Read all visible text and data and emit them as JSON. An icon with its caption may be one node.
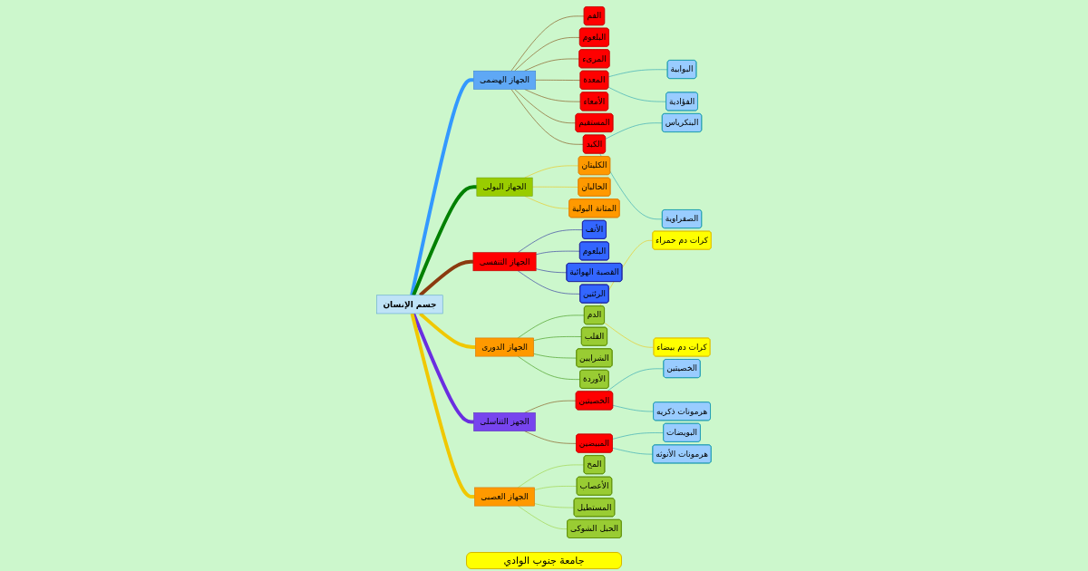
{
  "diagram": {
    "nodes": [
      {
        "text": [
          "جسم الإنسان"
        ]
      },
      {
        "text": [
          "الجهاز الهضمى"
        ]
      },
      {
        "text": [
          "الفم"
        ]
      },
      {
        "text": [
          "البلعوم"
        ]
      },
      {
        "text": [
          "المرىء"
        ]
      },
      {
        "text": [
          "المعدة"
        ]
      },
      {
        "text": [
          "البوابية"
        ]
      },
      {
        "text": [
          "الفؤادية"
        ]
      },
      {
        "text": [
          "الأمعاء"
        ]
      },
      {
        "text": [
          "المستقيم"
        ]
      },
      {
        "text": [
          "الكبد"
        ]
      },
      {
        "text": [
          "البنكرياس"
        ]
      },
      {
        "text": [
          "الصفراوية"
        ]
      },
      {
        "text": [
          "الجهاز البولى"
        ]
      },
      {
        "text": [
          "الكليتان"
        ]
      },
      {
        "text": [
          "الحالبان"
        ]
      },
      {
        "text": [
          "المثانة البولية"
        ]
      },
      {
        "text": [
          "الجهاز التنفسى"
        ]
      },
      {
        "text": [
          "الأنف"
        ]
      },
      {
        "text": [
          "البلعوم"
        ]
      },
      {
        "text": [
          "القصبة الهوائية"
        ]
      },
      {
        "text": [
          "الرئتين"
        ]
      },
      {
        "text": [
          "الجهاز الدورى"
        ]
      },
      {
        "text": [
          "الدم"
        ]
      },
      {
        "text": [
          "كرات دم حمراء"
        ]
      },
      {
        "text": [
          "كرات دم بيضاء"
        ]
      },
      {
        "text": [
          "القلب"
        ]
      },
      {
        "text": [
          "الشرايين"
        ]
      },
      {
        "text": [
          "الأوردة"
        ]
      },
      {
        "text": [
          "الجهز التناسلى"
        ]
      },
      {
        "text": [
          "الخصيتين"
        ]
      },
      {
        "text": [
          "الخصيتين"
        ]
      },
      {
        "text": [
          "هرمونات ذكريه"
        ]
      },
      {
        "text": [
          "المبيضين"
        ]
      },
      {
        "text": [
          "البويضات"
        ]
      },
      {
        "text": [
          "هرمونات الأنوثه"
        ]
      },
      {
        "text": [
          "الجهاز العصبى"
        ]
      },
      {
        "text": [
          "المخ"
        ]
      },
      {
        "text": [
          "الأعصاب"
        ]
      },
      {
        "text": [
          "المستطيل"
        ]
      },
      {
        "text": [
          "الحبل الشوكى"
        ]
      }
    ],
    "edges": [
      {
        "from": 0,
        "to": 1,
        "arrow": "none",
        "style": "thick",
        "color": "#3399ff"
      },
      {
        "from": 1,
        "to": 2,
        "arrow": "none",
        "color": "#7a3b00"
      },
      {
        "from": 1,
        "to": 3,
        "arrow": "none",
        "color": "#7a3b00"
      },
      {
        "from": 1,
        "to": 4,
        "arrow": "none",
        "color": "#7a3b00"
      },
      {
        "from": 1,
        "to": 5,
        "arrow": "none",
        "color": "#7a3b00"
      },
      {
        "from": 5,
        "to": 6,
        "arrow": "none",
        "color": "#1a9bb0"
      },
      {
        "from": 5,
        "to": 7,
        "arrow": "none",
        "color": "#1a9bb0"
      },
      {
        "from": 1,
        "to": 8,
        "arrow": "none",
        "color": "#7a3b00"
      },
      {
        "from": 1,
        "to": 9,
        "arrow": "none",
        "color": "#7a3b00"
      },
      {
        "from": 1,
        "to": 10,
        "arrow": "none",
        "color": "#7a3b00"
      },
      {
        "from": 10,
        "to": 11,
        "arrow": "none",
        "color": "#1a9bb0"
      },
      {
        "from": 10,
        "to": 12,
        "arrow": "none",
        "color": "#1a9bb0"
      },
      {
        "from": 0,
        "to": 13,
        "arrow": "none",
        "style": "thick",
        "color": "#008000"
      },
      {
        "from": 13,
        "to": 14,
        "arrow": "none",
        "color": "#f0c000"
      },
      {
        "from": 13,
        "to": 15,
        "arrow": "none",
        "color": "#f0c000"
      },
      {
        "from": 13,
        "to": 16,
        "arrow": "none",
        "color": "#f0c000"
      },
      {
        "from": 0,
        "to": 17,
        "arrow": "none",
        "style": "thick",
        "color": "#8b3a0f"
      },
      {
        "from": 17,
        "to": 18,
        "arrow": "none",
        "color": "#1a1a99"
      },
      {
        "from": 17,
        "to": 19,
        "arrow": "none",
        "color": "#1a1a99"
      },
      {
        "from": 17,
        "to": 20,
        "arrow": "none",
        "color": "#1a1a99"
      },
      {
        "from": 17,
        "to": 21,
        "arrow": "none",
        "color": "#1a1a99"
      },
      {
        "from": 0,
        "to": 22,
        "arrow": "none",
        "style": "thick",
        "color": "#f0c800"
      },
      {
        "from": 22,
        "to": 23,
        "arrow": "none",
        "color": "#2e8b00"
      },
      {
        "from": 23,
        "to": 24,
        "arrow": "none",
        "color": "#f0c000"
      },
      {
        "from": 23,
        "to": 25,
        "arrow": "none",
        "color": "#f0c000"
      },
      {
        "from": 22,
        "to": 26,
        "arrow": "none",
        "color": "#2e8b00"
      },
      {
        "from": 22,
        "to": 27,
        "arrow": "none",
        "color": "#2e8b00"
      },
      {
        "from": 22,
        "to": 28,
        "arrow": "none",
        "color": "#2e8b00"
      },
      {
        "from": 0,
        "to": 29,
        "arrow": "none",
        "style": "thick",
        "color": "#6a2ee0"
      },
      {
        "from": 29,
        "to": 30,
        "arrow": "none",
        "color": "#7a3b00"
      },
      {
        "from": 30,
        "to": 31,
        "arrow": "none",
        "color": "#1a9bb0"
      },
      {
        "from": 30,
        "to": 32,
        "arrow": "none",
        "color": "#1a9bb0"
      },
      {
        "from": 29,
        "to": 33,
        "arrow": "none",
        "color": "#7a3b00"
      },
      {
        "from": 33,
        "to": 34,
        "arrow": "none",
        "color": "#1a9bb0"
      },
      {
        "from": 33,
        "to": 35,
        "arrow": "none",
        "color": "#1a9bb0"
      },
      {
        "from": 0,
        "to": 36,
        "arrow": "none",
        "style": "thick",
        "color": "#f0c800"
      },
      {
        "from": 36,
        "to": 37,
        "arrow": "none",
        "color": "#99cc33"
      },
      {
        "from": 36,
        "to": 38,
        "arrow": "none",
        "color": "#99cc33"
      },
      {
        "from": 36,
        "to": 39,
        "arrow": "none",
        "color": "#99cc33"
      },
      {
        "from": 36,
        "to": 40,
        "arrow": "none",
        "color": "#99cc33"
      }
    ],
    "labels": [
      "جامعة جنوب الوادي"
    ]
  }
}
